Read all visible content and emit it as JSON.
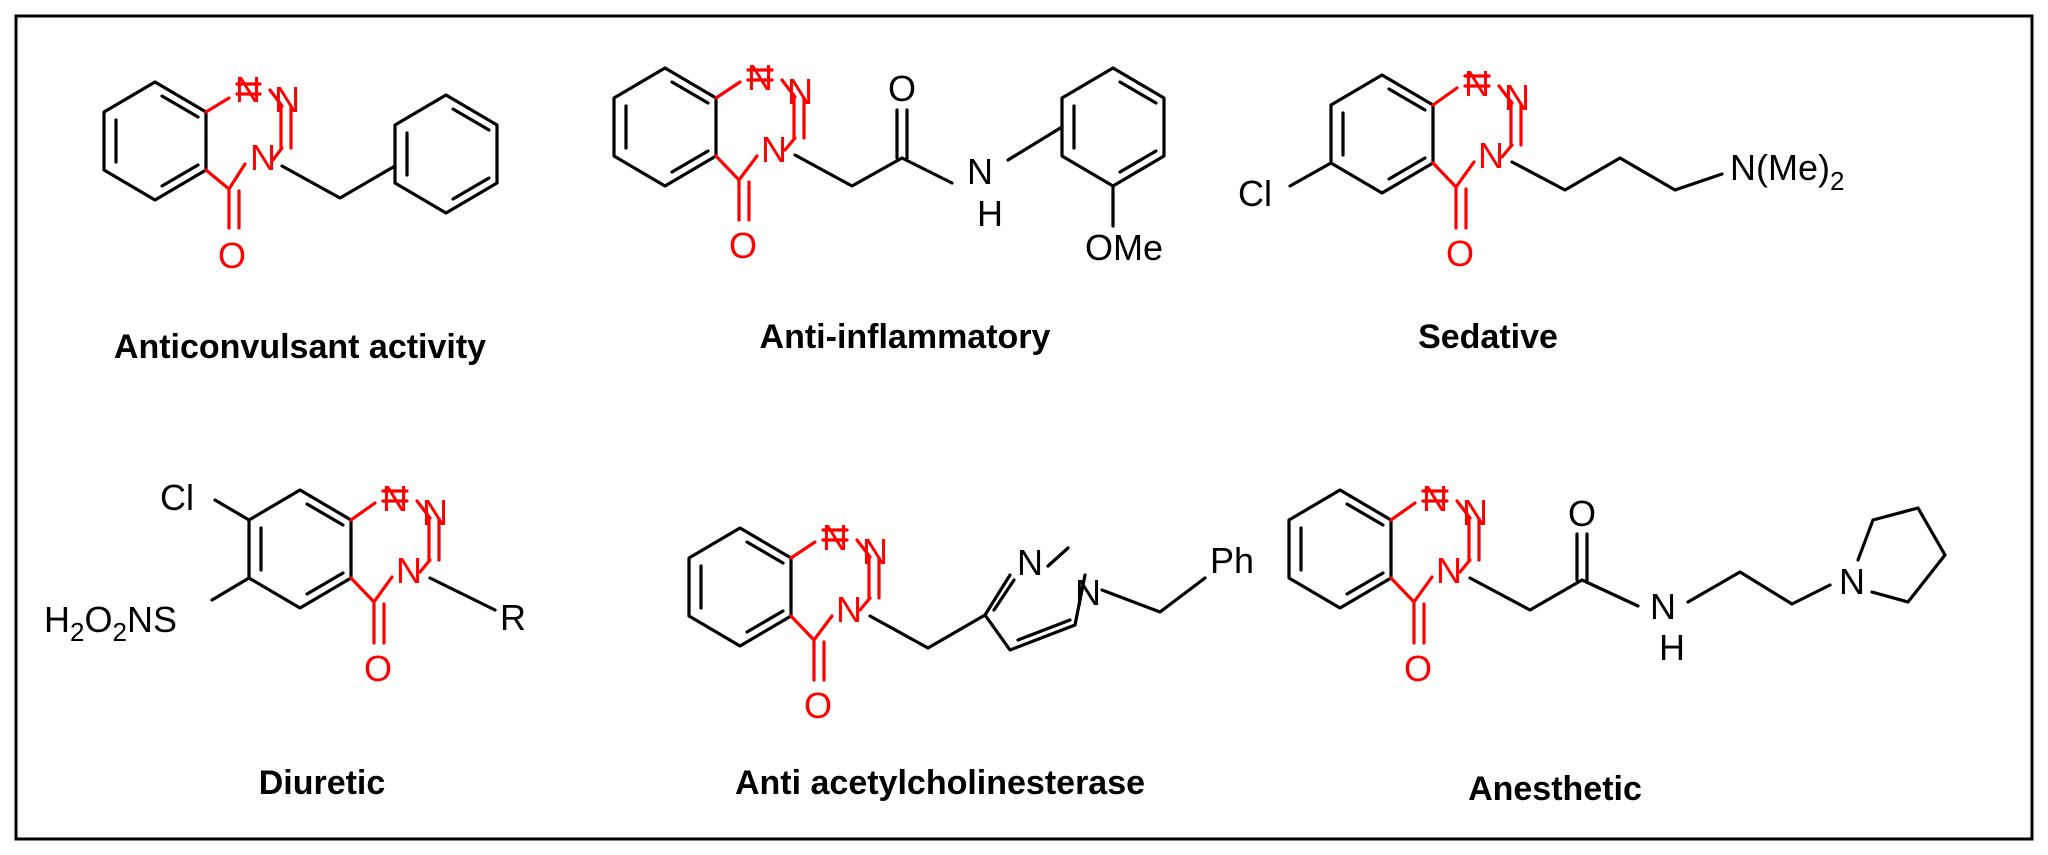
{
  "captions": {
    "c1": "Anticonvulsant activity",
    "c2": "Anti-inflammatory",
    "c3": "Sedative",
    "c4": "Diuretic",
    "c5": "Anti acetylcholinesterase",
    "c6": "Anesthetic"
  },
  "atoms": {
    "N": "N",
    "O": "O",
    "H": "H",
    "R": "R",
    "Cl": "Cl",
    "Ph": "Ph",
    "OMe": "OMe",
    "NMe2": "N(Me)",
    "NMe2_sub": "2",
    "H2O2NS": "H2O2NS"
  },
  "colors": {
    "core": "#ff0000",
    "substituent": "#000000"
  }
}
